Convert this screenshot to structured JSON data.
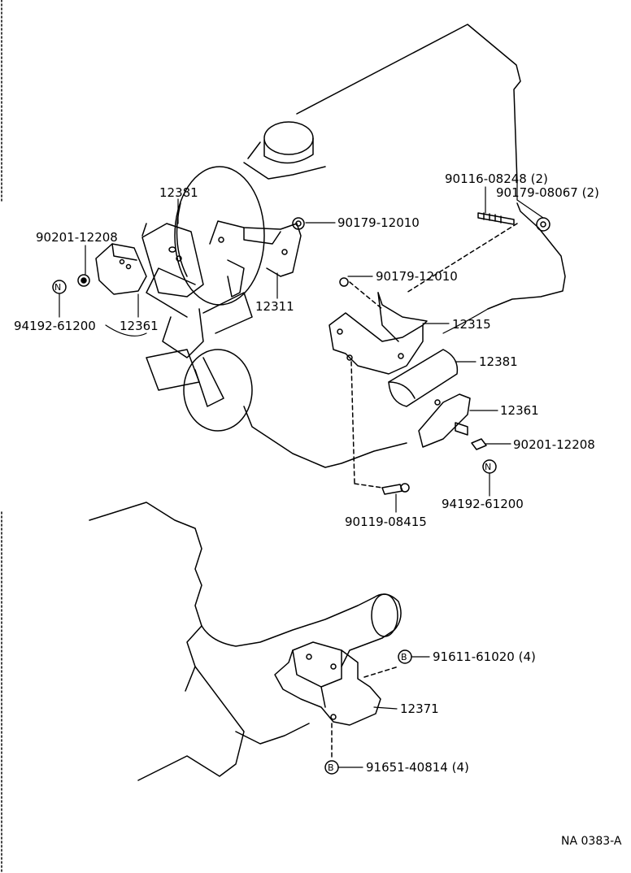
{
  "diagram": {
    "reference": "NA 0383-A",
    "callout_symbols": {
      "n_marker": "N",
      "b_marker": "B"
    },
    "labels": {
      "p90116_08248": "90116-08248 (2)",
      "p90179_08067": "90179-08067 (2)",
      "p90179_12010_a": "90179-12010",
      "p12381_left": "12381",
      "p90201_12208_left": "90201-12208",
      "p94192_61200_left": "94192-61200",
      "p12361_left": "12361",
      "p12311": "12311",
      "p90179_12010_b": "90179-12010",
      "p12315": "12315",
      "p12381_right": "12381",
      "p12361_right": "12361",
      "p90201_12208_right": "90201-12208",
      "p94192_61200_right": "94192-61200",
      "p90119_08415": "90119-08415",
      "p91611_61020": "91611-61020 (4)",
      "p12371": "12371",
      "p91651_40814": "91651-40814 (4)"
    }
  }
}
